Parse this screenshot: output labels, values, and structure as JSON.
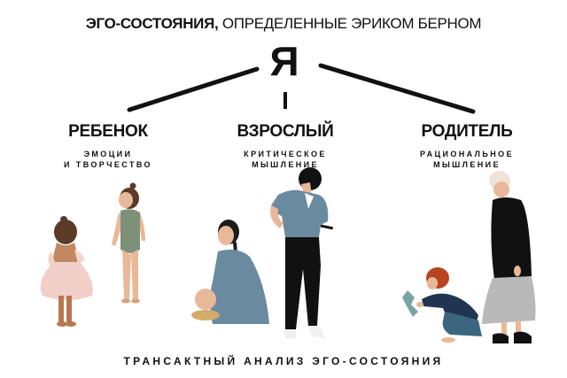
{
  "header": {
    "title_bold": "ЭГО-СОСТОЯНИЯ,",
    "title_regular": "ОПРЕДЕЛЕННЫЕ ЭРИКОМ БЕРНОМ",
    "center_label": "Я"
  },
  "states": [
    {
      "name": "РЕБЕНОК",
      "desc_line1": "ЭМОЦИИ",
      "desc_line2": "И ТВОРЧЕСТВО"
    },
    {
      "name": "ВЗРОСЛЫЙ",
      "desc_line1": "КРИТИЧЕСКОЕ",
      "desc_line2": "МЫШЛЕНИЕ"
    },
    {
      "name": "РОДИТЕЛЬ",
      "desc_line1": "РАЦИОНАЛЬНОЕ",
      "desc_line2": "МЫШЛЕНИЕ"
    }
  ],
  "footer": {
    "caption": "ТРАНСАКТНЫЙ АНАЛИЗ ЭГО-СОСТОЯНИЯ"
  },
  "colors": {
    "text": "#111111",
    "skin": "#e9b899",
    "skin_dark": "#b7784f",
    "hair_brown": "#5a3a28",
    "tutu_pink": "#f2cfc8",
    "swimsuit_green": "#7d9179",
    "shirt_blue": "#6a8aa0",
    "black": "#111111",
    "ginger_hair": "#b8451f",
    "navy": "#1f3550",
    "jeans": "#3c6680",
    "grey_skirt": "#b9b9b9",
    "white_hair": "#efe4d8",
    "dino_teal": "#7aa3a3",
    "basket": "#d2ad6a"
  }
}
